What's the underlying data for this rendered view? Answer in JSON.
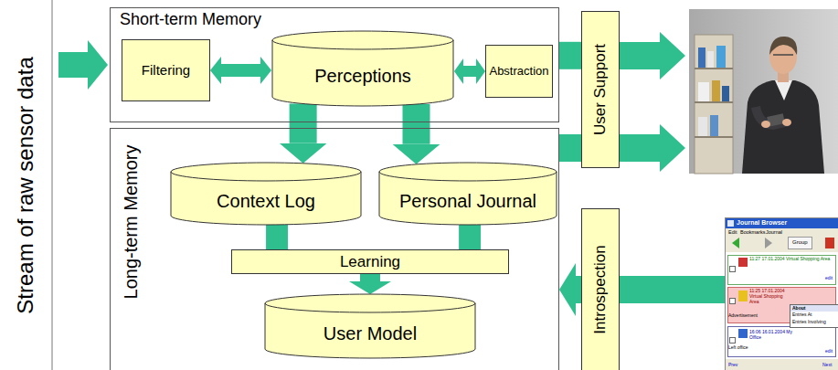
{
  "diagram": {
    "nodes": [
      {
        "text": [
          "Short-term Memory"
        ]
      },
      {
        "text": [
          "Filtering"
        ],
        "in": 0
      },
      {
        "text": [
          "Perceptions"
        ],
        "in": 0
      },
      {
        "text": [
          "Abstraction"
        ],
        "in": 0
      },
      {
        "text": [
          "Long-term Memory"
        ]
      },
      {
        "text": [
          "Context Log"
        ],
        "in": 4
      },
      {
        "text": [
          "Personal Journal"
        ],
        "in": 4
      },
      {
        "text": [
          "Learning"
        ],
        "in": 4
      },
      {
        "text": [
          "User Model"
        ],
        "in": 4
      },
      {
        "text": [
          "User Support"
        ]
      },
      {
        "text": [
          "Introspection"
        ]
      }
    ],
    "edges": [
      {
        "from": 1,
        "to": 2,
        "arrow": "both"
      },
      {
        "from": 2,
        "to": 3,
        "arrow": "both"
      },
      {
        "from": 2,
        "to": 5,
        "arrow": "to"
      },
      {
        "from": 2,
        "to": 6,
        "arrow": "to"
      },
      {
        "from": 5,
        "to": 7,
        "arrow": "none"
      },
      {
        "from": 6,
        "to": 7,
        "arrow": "none"
      },
      {
        "from": 7,
        "to": 8,
        "arrow": "to"
      },
      {
        "from": 0,
        "to": 9,
        "arrow": "none"
      },
      {
        "from": 4,
        "to": 9,
        "arrow": "none"
      },
      {
        "from": 10,
        "to": 4,
        "arrow": "to"
      }
    ],
    "labels": [
      "Stream of raw sensor data",
      "Journal Browser",
      "Edit",
      "Bookmarks",
      "Journal",
      "Group",
      "11:27 17.01.2004 Virtual Shopping Area",
      "edit",
      "11:25 17.01.2004 Virtual Shopping Area",
      "Advertisement",
      "About",
      "Entries At",
      "Entries Involving",
      "16:06 16.01.2004 My Office",
      "Left office",
      "edit",
      "Prev",
      "Next"
    ]
  }
}
